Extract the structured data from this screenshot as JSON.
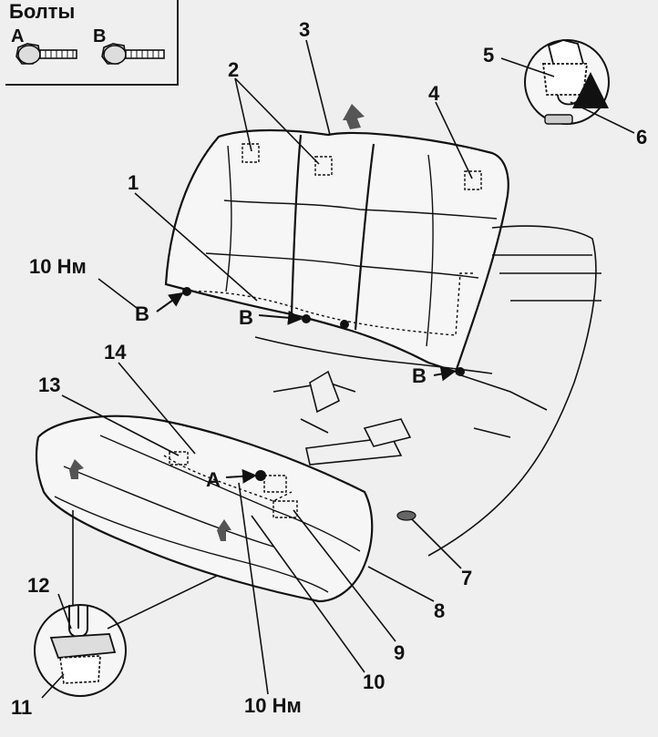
{
  "legend": {
    "title": "Болты",
    "bolt_a": "A",
    "bolt_b": "B"
  },
  "callouts": {
    "c1": "1",
    "c2": "2",
    "c3": "3",
    "c4": "4",
    "c5": "5",
    "c6": "6",
    "c7": "7",
    "c8": "8",
    "c9": "9",
    "c10": "10",
    "c11": "11",
    "c12": "12",
    "c13": "13",
    "c14": "14"
  },
  "torque": {
    "top": "10 Нм",
    "bottom": "10 Нм"
  },
  "bolt_marks": {
    "b_left": "B",
    "b_center": "B",
    "b_right": "B",
    "a_center": "A"
  }
}
